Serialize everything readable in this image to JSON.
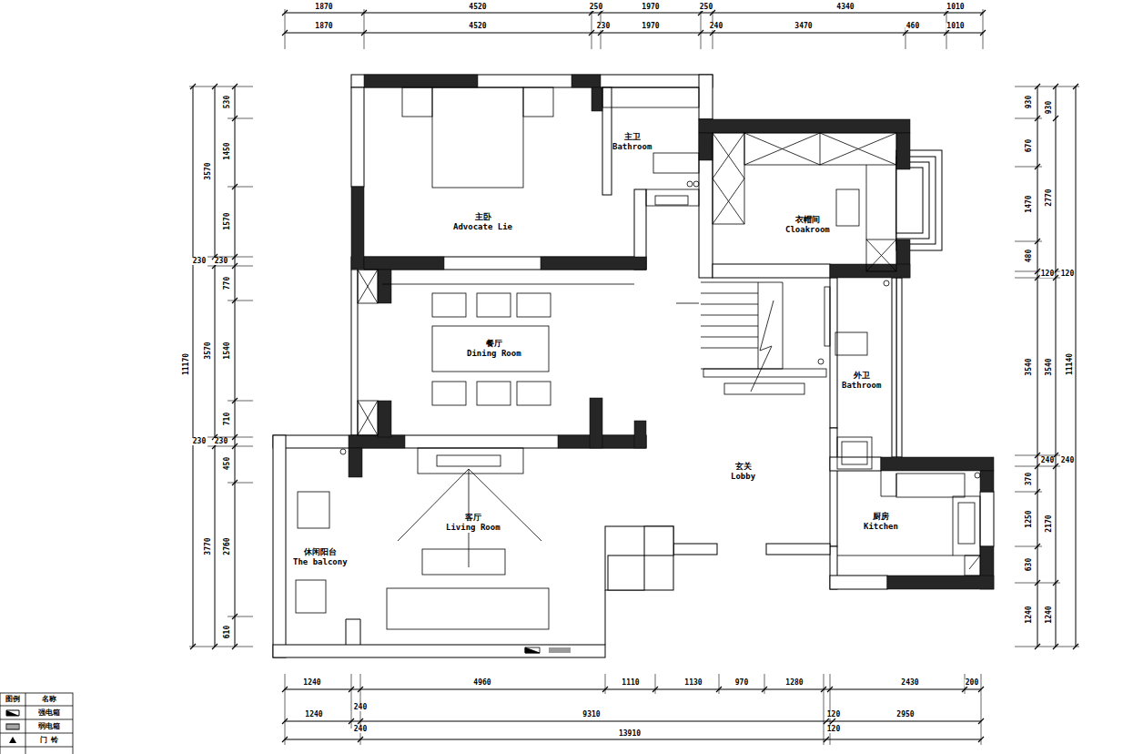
{
  "diagram": {
    "nodes": [
      {
        "text": [
          "主卧",
          "Advocate Lie"
        ]
      },
      {
        "text": [
          "主卫",
          "Bathroom"
        ]
      },
      {
        "text": [
          "衣帽间",
          "Cloakroom"
        ]
      },
      {
        "text": [
          "餐厅",
          "Dining Room"
        ]
      },
      {
        "text": [
          "外卫",
          "Bathroom"
        ]
      },
      {
        "text": [
          "玄关",
          "Lobby"
        ]
      },
      {
        "text": [
          "客厅",
          "Living Room"
        ]
      },
      {
        "text": [
          "休闲阳台",
          "The balcony"
        ]
      },
      {
        "text": [
          "厨房",
          "Kitchen"
        ]
      }
    ],
    "labels": [
      "1870",
      "4520",
      "250",
      "1970",
      "250",
      "4340",
      "1010",
      "1870",
      "4520",
      "230",
      "1970",
      "240",
      "3470",
      "460",
      "1010",
      "530",
      "1450",
      "1570",
      "230",
      "770",
      "1540",
      "710",
      "230",
      "450",
      "2760",
      "610",
      "3570",
      "230",
      "3570",
      "230",
      "3770",
      "11170",
      "930",
      "670",
      "1470",
      "480",
      "120",
      "3540",
      "240",
      "370",
      "1250",
      "630",
      "1240",
      "930",
      "2770",
      "120",
      "3540",
      "240",
      "2170",
      "1240",
      "11140",
      "1240",
      "4960",
      "1110",
      "1130",
      "970",
      "1280",
      "2430",
      "200",
      "1240",
      "240",
      "9310",
      "120",
      "2950",
      "240",
      "13910",
      "120",
      "图例",
      "名称"
    ],
    "legend": [
      {
        "text": "强电箱"
      },
      {
        "text": "弱电箱"
      },
      {
        "text": "门 铃"
      }
    ]
  }
}
